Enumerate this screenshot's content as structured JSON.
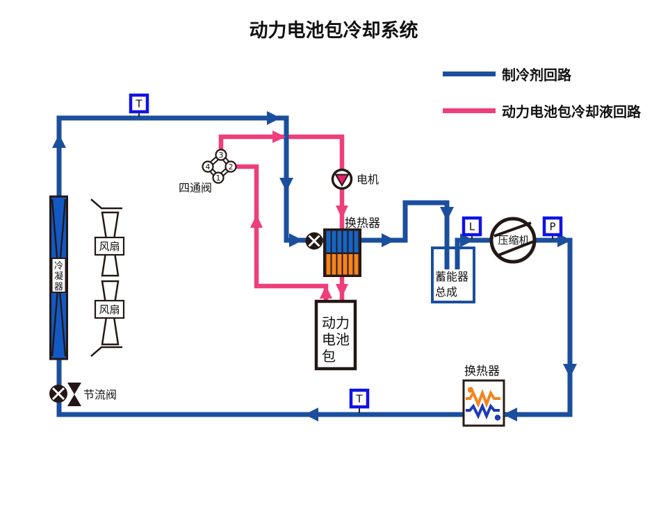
{
  "title": "动力电池包冷却系统",
  "legend": {
    "refrigerant": {
      "label": "制冷剂回路",
      "color": "#1b4f9d"
    },
    "coolant": {
      "label": "动力电池包冷却液回路",
      "color": "#ee3e7b"
    }
  },
  "components": {
    "condenser": {
      "char1": "冷",
      "char2": "凝",
      "char3": "器"
    },
    "fan_top": {
      "label": "风扇"
    },
    "fan_bottom": {
      "label": "风扇"
    },
    "four_way_valve": {
      "label": "四通阀",
      "port1": "1",
      "port2": "2",
      "port3": "3",
      "port4": "4"
    },
    "motor": {
      "label": "电机"
    },
    "mid_heat_exchanger": {
      "label": "换热器"
    },
    "battery_pack": {
      "line1": "动力",
      "line2": "电池",
      "line3": "包"
    },
    "accumulator": {
      "line1": "蓄能器",
      "line2": "总成"
    },
    "compressor": {
      "label": "压缩机"
    },
    "bottom_heat_exchanger": {
      "label": "换热器"
    },
    "throttle_valve": {
      "label": "节流阀"
    },
    "sensor_t_top": {
      "label": "T"
    },
    "sensor_t_bottom": {
      "label": "T"
    },
    "sensor_l": {
      "label": "L"
    },
    "sensor_p": {
      "label": "P"
    }
  },
  "colors": {
    "pipe_blue": "#1b4f9d",
    "pipe_pink": "#ee3e7b",
    "sensor_blue": "#1113e3",
    "condenser_fill": "#1259c4",
    "hx_stripe_blue": "#1565c8",
    "hx_stripe_orange": "#f5821e",
    "hx_coil_blue": "#1c3bb4",
    "hx_coil_orange": "#f5831d",
    "outline_dark": "#231815",
    "motor_triangle": "#ea1f6d"
  }
}
